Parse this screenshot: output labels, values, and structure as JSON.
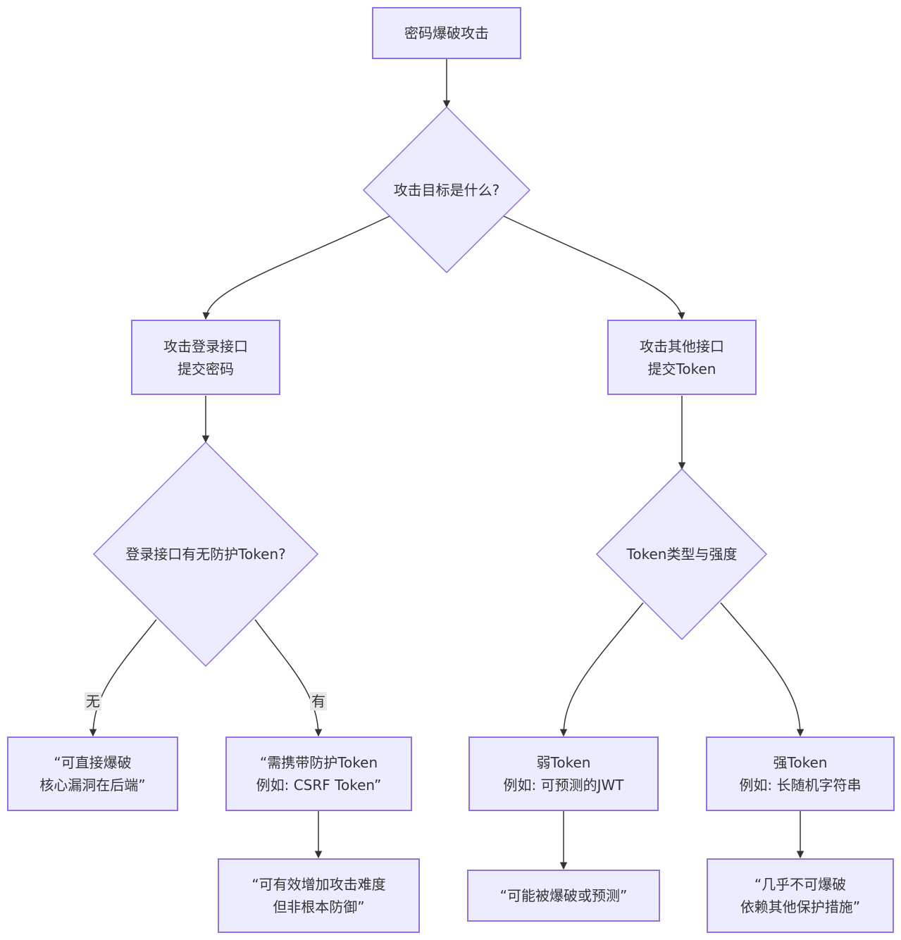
{
  "nodes": {
    "root": {
      "line1": "密码爆破攻击"
    },
    "q_target": {
      "line1": "攻击目标是什么?"
    },
    "login": {
      "line1": "攻击登录接口",
      "line2": "提交密码"
    },
    "other": {
      "line1": "攻击其他接口",
      "line2": "提交Token"
    },
    "q_login_token": {
      "line1": "登录接口有无防护Token?"
    },
    "q_token_type": {
      "line1": "Token类型与强度"
    },
    "direct": {
      "line1": "“可直接爆破",
      "line2": "核心漏洞在后端”"
    },
    "need_token": {
      "line1": "“需携带防护Token",
      "line2": "例如: CSRF Token”"
    },
    "weak": {
      "line1": "弱Token",
      "line2": "例如: 可预测的JWT"
    },
    "strong": {
      "line1": "强Token",
      "line2": "例如: 长随机字符串"
    },
    "raise_difficulty": {
      "line1": "“可有效增加攻击难度",
      "line2": "但非根本防御”"
    },
    "crackable": {
      "line1": "“可能被爆破或预测”"
    },
    "almost_uncrackable": {
      "line1": "“几乎不可爆破",
      "line2": "依赖其他保护措施”"
    }
  },
  "edge_labels": {
    "no": "无",
    "yes": "有"
  },
  "colors": {
    "node_fill": "#ececff",
    "node_stroke": "#9370db",
    "edge": "#333333",
    "edge_label_bg": "#e8e8e8"
  }
}
